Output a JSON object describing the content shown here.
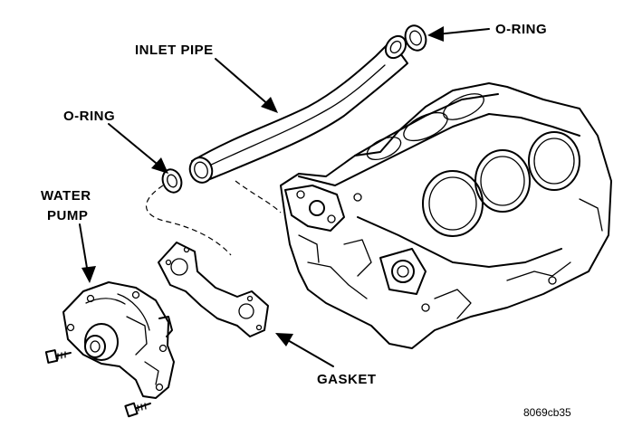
{
  "labels": {
    "inlet_pipe": "INLET PIPE",
    "o_ring_top": "O-RING",
    "o_ring_left": "O-RING",
    "water": "WATER",
    "pump": "PUMP",
    "gasket": "GASKET",
    "figure_code": "8069cb35"
  },
  "colors": {
    "ink": "#000000",
    "paper": "#ffffff"
  }
}
